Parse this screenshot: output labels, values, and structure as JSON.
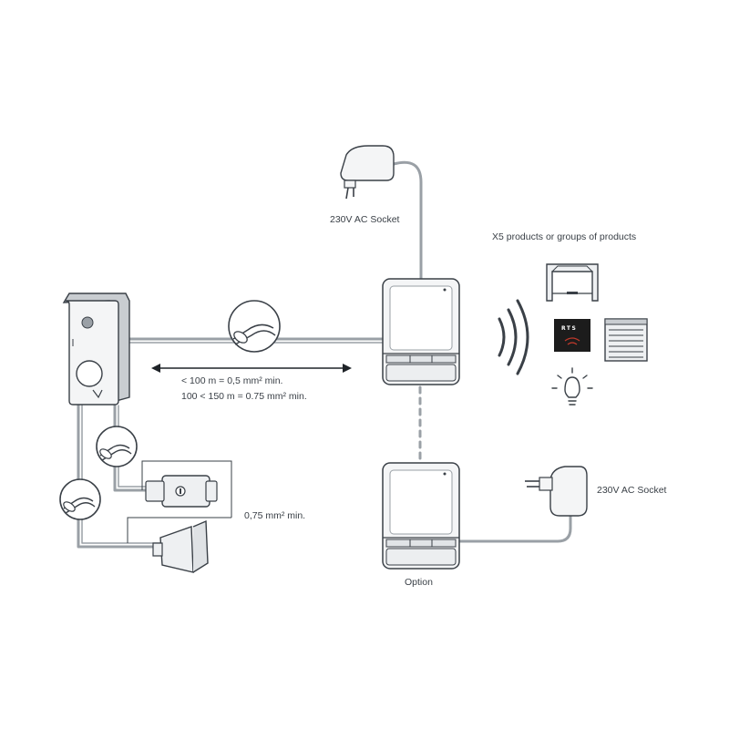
{
  "labels": {
    "ac_socket_top": "230V AC Socket",
    "ac_socket_bottom": "230V AC Socket",
    "products_title": "X5 products or groups of products",
    "cable_spec_1": "< 100 m = 0,5 mm² min.",
    "cable_spec_2": "100 < 150 m = 0.75 mm² min.",
    "wire_spec_small": "0,75 mm² min.",
    "option": "Option",
    "rts_logo": "RTS"
  },
  "colors": {
    "line": "#9aa0a6",
    "device_stroke": "#3a4047",
    "device_fill": "#f4f5f6",
    "rts_bg": "#1c1c1c"
  },
  "icons": {
    "doorbell": "video-doorbell-icon",
    "power_adapter": "power-adapter-icon",
    "receiver": "receiver-box-icon",
    "radio_waves": "radio-waves-icon",
    "garage": "garage-door-icon",
    "shutter": "roller-shutter-icon",
    "light": "light-bulb-icon",
    "lock": "electric-lock-icon",
    "gate": "gate-icon",
    "cable": "cable-cross-section-icon"
  }
}
